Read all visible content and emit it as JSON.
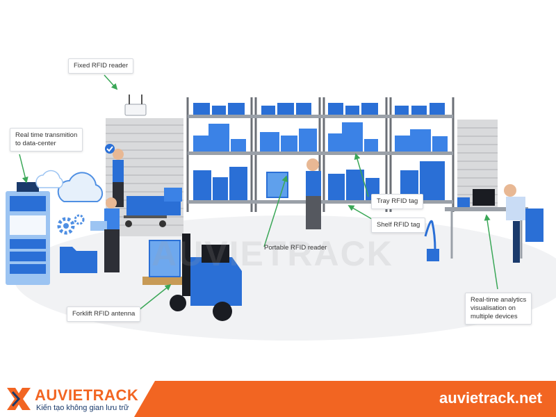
{
  "labels": {
    "fixed_reader": "Fixed RFID reader",
    "transmission_line1": "Real time transmition",
    "transmission_line2": "to data-center",
    "tray_tag": "Tray RFID tag",
    "shelf_tag": "Shelf RFID tag",
    "portable_reader": "Portable RFID reader",
    "forklift_antenna": "Forklift RFID antenna",
    "analytics_line1": "Real-time analytics",
    "analytics_line2": "visualisation on",
    "analytics_line3": "multiple devices"
  },
  "watermark": "AUVIETRACK",
  "footer": {
    "brand_name": "AUVIETRACK",
    "slogan": "Kiến tạo không gian lưu trữ",
    "website": "auvietrack.net"
  },
  "colors": {
    "accent_orange": "#f26522",
    "navy": "#1a3a6b",
    "box_blue": "#2a6fd6",
    "arrow_green": "#3aa757"
  },
  "icons": [
    "fixed-reader-icon",
    "cloud-icon",
    "gear-icon",
    "folder-icon",
    "server-icon",
    "forklift-icon",
    "checkmark-badge-icon",
    "logo-icon"
  ]
}
